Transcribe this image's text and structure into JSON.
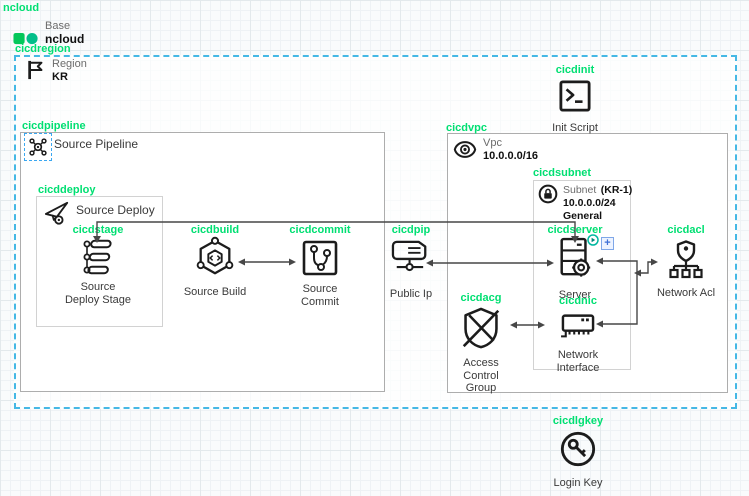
{
  "colors": {
    "tag_green": "#00DF72",
    "region_border_blue": "#45B8E5",
    "edge_gray": "#474747",
    "logo_square_green": "#04C75A",
    "logo_circle_green": "#03BE8A"
  },
  "workspace": {
    "label": "ncloud"
  },
  "base_node": {
    "title": "Base",
    "name": "ncloud"
  },
  "region": {
    "tag": "cicdregion",
    "title": "Region",
    "code": "KR"
  },
  "init": {
    "tag": "cicdinit",
    "caption": "Init Script"
  },
  "pipeline": {
    "tag": "cicdpipeline",
    "title": "Source Pipeline"
  },
  "deploy": {
    "tag": "cicddeploy",
    "title": "Source Deploy"
  },
  "stage": {
    "tag": "cicdstage",
    "caption_line1": "Source",
    "caption_line2": "Deploy Stage"
  },
  "build": {
    "tag": "cicdbuild",
    "caption": "Source Build"
  },
  "commit": {
    "tag": "cicdcommit",
    "caption_line1": "Source",
    "caption_line2": "Commit"
  },
  "public_ip": {
    "tag": "cicdpip",
    "caption": "Public Ip"
  },
  "vpc": {
    "tag": "cicdvpc",
    "title": "Vpc",
    "cidr": "10.0.0.0/16"
  },
  "subnet": {
    "tag": "cicdsubnet",
    "title": "Subnet",
    "zone": "(KR-1)",
    "cidr": "10.0.0.0/24",
    "network_type": "General"
  },
  "server": {
    "tag": "cicdserver",
    "caption": "Server"
  },
  "nic": {
    "tag": "cicdnic",
    "caption_line1": "Network",
    "caption_line2": "Interface"
  },
  "acg": {
    "tag": "cicdacg",
    "caption_line1": "Access",
    "caption_line2": "Control",
    "caption_line3": "Group"
  },
  "acl": {
    "tag": "cicdacl",
    "caption": "Network Acl"
  },
  "login_key": {
    "tag": "cicdlgkey",
    "caption": "Login Key"
  },
  "overlays": {
    "plus_button": "+"
  }
}
